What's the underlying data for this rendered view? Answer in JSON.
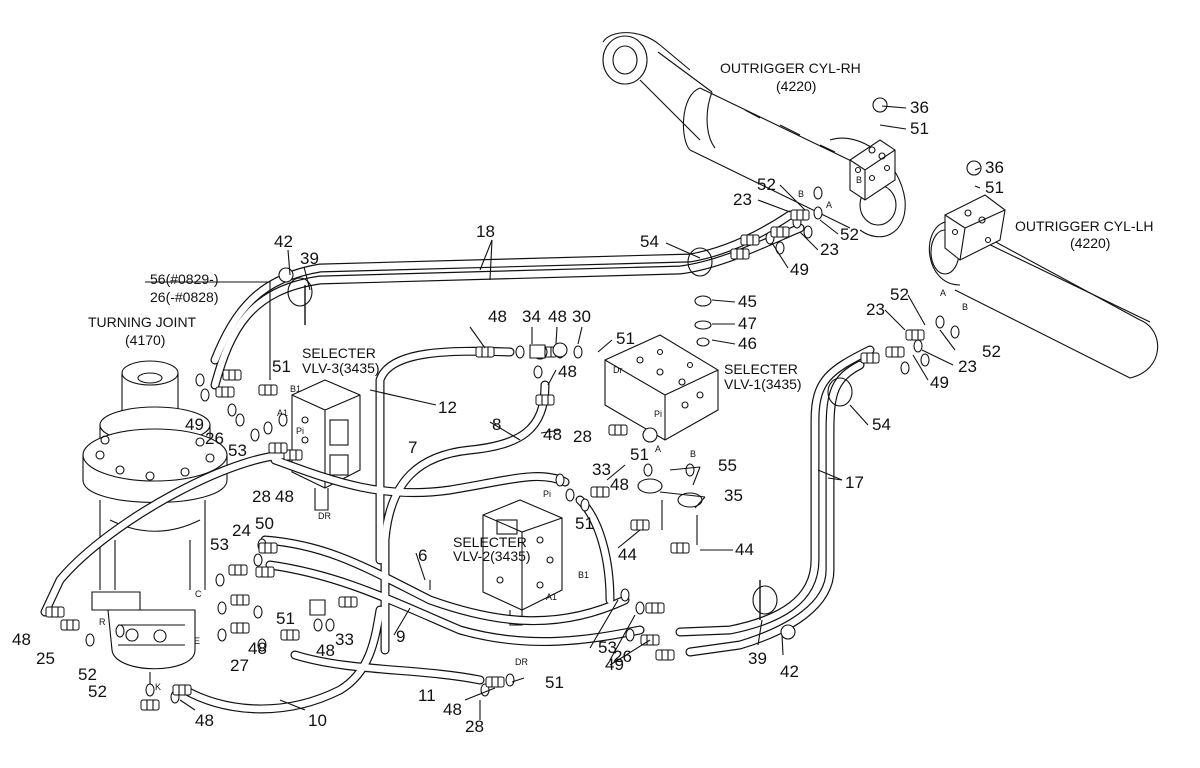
{
  "components": {
    "outrigger_rh": {
      "name": "OUTRIGGER CYL-RH",
      "code": "(4220)"
    },
    "outrigger_lh": {
      "name": "OUTRIGGER CYL-LH",
      "code": "(4220)"
    },
    "turning_joint": {
      "name": "TURNING JOINT",
      "code": "(4170)"
    },
    "selecter_vlv3": {
      "line1": "SELECTER",
      "line2": "VLV-3(3435)"
    },
    "selecter_vlv1": {
      "line1": "SELECTER",
      "line2": "VLV-1(3435)"
    },
    "selecter_vlv2": {
      "line1": "SELECTER",
      "line2": "VLV-2(3435)"
    },
    "serial_note_1": "56(#0829-)",
    "serial_note_2": "26(-#0828)"
  },
  "callouts": [
    "36",
    "51",
    "52",
    "23",
    "52",
    "23",
    "49",
    "54",
    "45",
    "47",
    "46",
    "36",
    "51",
    "52",
    "23",
    "52",
    "23",
    "49",
    "54",
    "18",
    "42",
    "39",
    "51",
    "49",
    "26",
    "53",
    "28",
    "48",
    "48",
    "34",
    "48",
    "30",
    "51",
    "12",
    "8",
    "48",
    "48",
    "28",
    "51",
    "7",
    "55",
    "33",
    "35",
    "48",
    "51",
    "44",
    "44",
    "17",
    "53",
    "24",
    "50",
    "6",
    "9",
    "53",
    "26",
    "49",
    "39",
    "42",
    "48",
    "25",
    "52",
    "52",
    "48",
    "10",
    "11",
    "48",
    "28",
    "51",
    "27",
    "48",
    "51",
    "33",
    "48"
  ],
  "ports": [
    "B",
    "A",
    "A",
    "B",
    "Dr",
    "Pi",
    "A",
    "B",
    "B1",
    "A1",
    "Pi",
    "DR",
    "Pi",
    "DR",
    "B1",
    "A1",
    "R",
    "C",
    "E",
    "K"
  ]
}
